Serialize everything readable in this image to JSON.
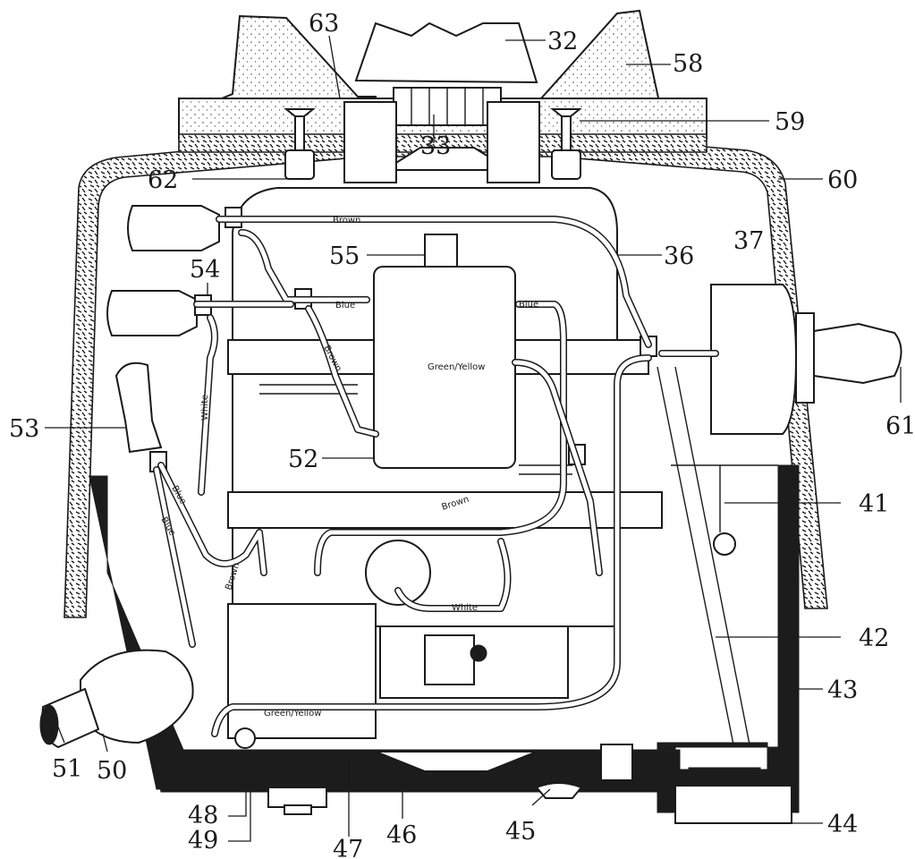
{
  "callouts": {
    "c63": "63",
    "c32": "32",
    "c58": "58",
    "c59": "59",
    "c33": "33",
    "c62": "62",
    "c60": "60",
    "c55": "55",
    "c36": "36",
    "c37": "37",
    "c54": "54",
    "c61": "61",
    "c53": "53",
    "c52": "52",
    "c41": "41",
    "c42": "42",
    "c43": "43",
    "c44": "44",
    "c45": "45",
    "c46": "46",
    "c47": "47",
    "c48": "48",
    "c49": "49",
    "c50": "50",
    "c51": "51"
  },
  "wire_labels": {
    "brown_top": "Brown",
    "blue_left": "Blue",
    "blue_right": "Blue",
    "brown_diag": "Brown",
    "white_left": "White",
    "green_yellow_box": "Green/Yellow",
    "blue_53a": "Blue",
    "blue_53b": "Blue",
    "brown_lower": "Brown",
    "brown_mid": "Brown",
    "white_lower": "White",
    "green_yellow_bottom": "Green/Yellow"
  },
  "colors": {
    "ink": "#1a1a1a",
    "paper": "#ffffff"
  }
}
